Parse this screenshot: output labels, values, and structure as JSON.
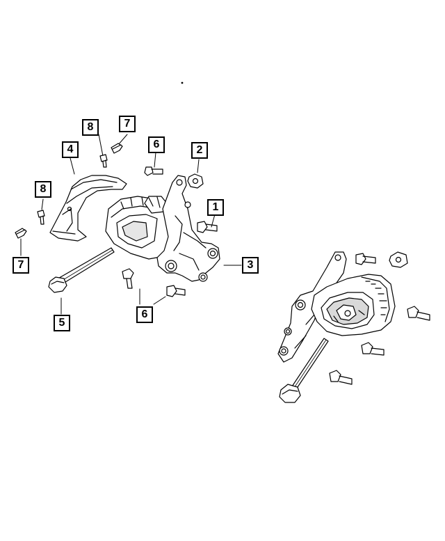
{
  "callouts": {
    "c1": "1",
    "c2": "2",
    "c3": "3",
    "c4": "4",
    "c5": "5",
    "c6a": "6",
    "c6b": "6",
    "c7a": "7",
    "c7b": "7",
    "c8a": "8",
    "c8b": "8"
  },
  "colors": {
    "line": "#000000",
    "fill": "#ffffff",
    "shade": "#d9d9d9"
  }
}
